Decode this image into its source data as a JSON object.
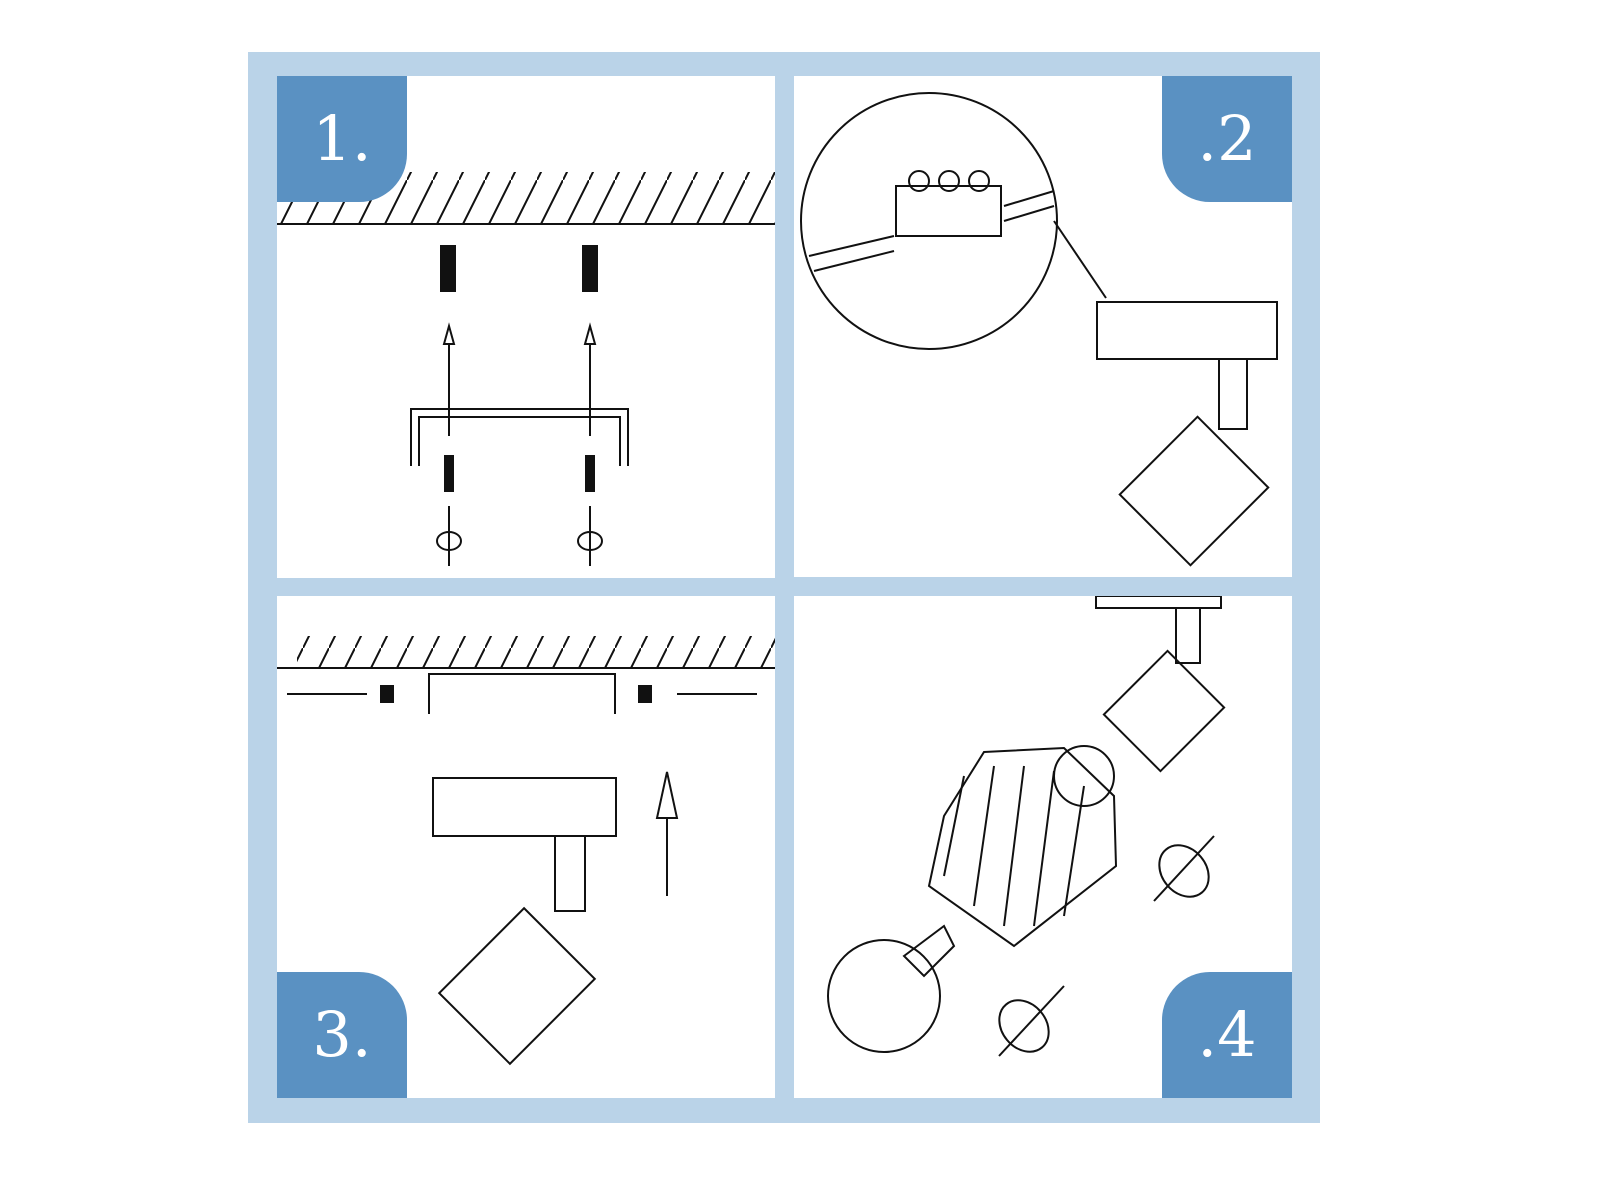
{
  "steps": [
    {
      "label": "1."
    },
    {
      "label": ".2"
    },
    {
      "label": "3."
    },
    {
      "label": ".4"
    }
  ],
  "colors": {
    "frame": "#bad3e8",
    "badge": "#5a91c2"
  }
}
